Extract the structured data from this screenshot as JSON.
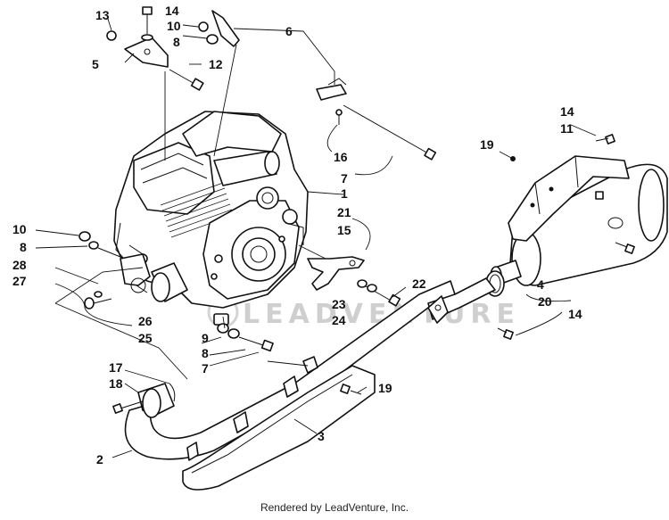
{
  "diagram": {
    "callouts": {
      "c13": "13",
      "c14a": "14",
      "c10a": "10",
      "c8a": "8",
      "c6": "6",
      "c12": "12",
      "c5": "5",
      "c16": "16",
      "c7a": "7",
      "c1": "1",
      "c21": "21",
      "c15": "15",
      "c19a": "19",
      "c14b": "14",
      "c11": "11",
      "c10b": "10",
      "c8b": "8",
      "c28": "28",
      "c27": "27",
      "c26": "26",
      "c25": "25",
      "c22": "22",
      "c23": "23",
      "c24": "24",
      "c4": "4",
      "c20": "20",
      "c14c": "14",
      "c9": "9",
      "c8c": "8",
      "c7b": "7",
      "c17": "17",
      "c18": "18",
      "c19b": "19",
      "c3": "3",
      "c2": "2"
    },
    "watermark": "LEADVENTURE"
  },
  "footer": {
    "text": "Rendered by LeadVenture, Inc."
  }
}
